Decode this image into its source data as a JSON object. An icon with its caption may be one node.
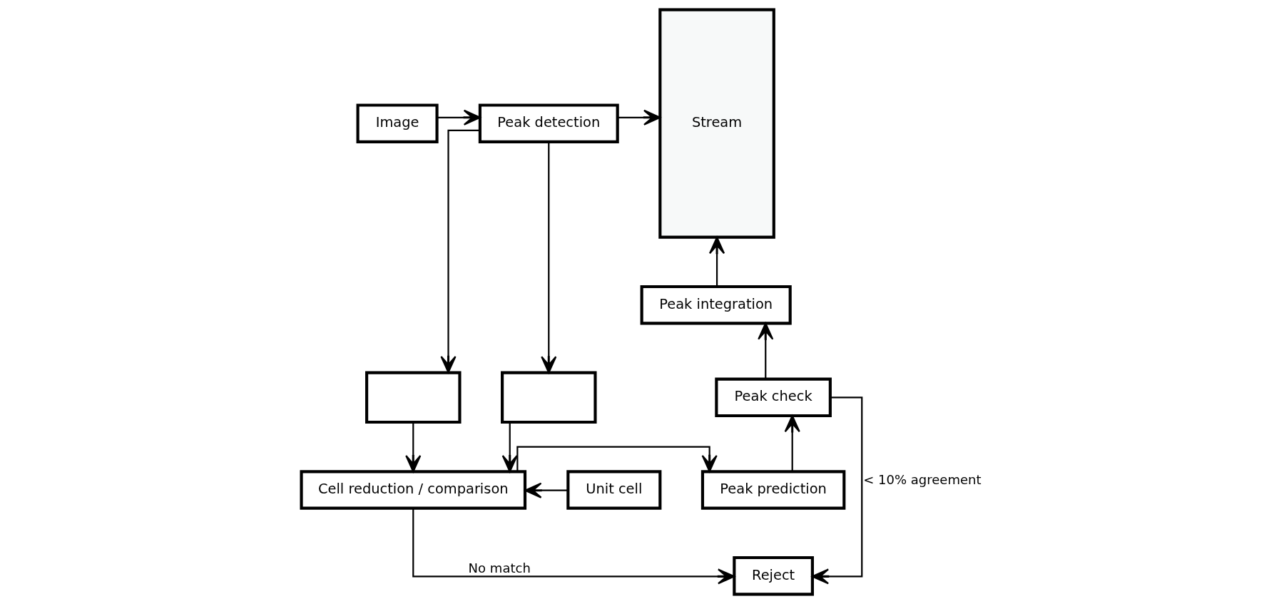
{
  "diagram": {
    "nodes": [
      {
        "text": [
          "Image"
        ]
      },
      {
        "text": [
          "Peak detection"
        ]
      },
      {
        "text": [
          "Stream"
        ]
      },
      {
        "text": [
          "Peak integration"
        ]
      },
      {
        "text": [],
        "shape": "box"
      },
      {
        "text": [],
        "shape": "box"
      },
      {
        "text": [
          "Peak check"
        ]
      },
      {
        "text": [
          "Unit cell"
        ]
      },
      {
        "text": [
          "Cell reduction / comparison"
        ]
      },
      {
        "text": [
          "Peak prediction"
        ]
      },
      {
        "text": [
          "Reject"
        ]
      }
    ],
    "edges": [
      {
        "from": 0,
        "to": 1,
        "arrow": "to"
      },
      {
        "from": 1,
        "to": 2,
        "arrow": "to"
      },
      {
        "from": 3,
        "to": 2,
        "arrow": "to"
      },
      {
        "from": 1,
        "to": 4,
        "arrow": "to"
      },
      {
        "from": 1,
        "to": 5,
        "arrow": "to"
      },
      {
        "from": 4,
        "to": 8,
        "arrow": "to"
      },
      {
        "from": 5,
        "to": 8,
        "arrow": "to"
      },
      {
        "from": 7,
        "to": 8,
        "arrow": "to"
      },
      {
        "from": 8,
        "to": 9,
        "arrow": "to"
      },
      {
        "from": 9,
        "to": 6,
        "arrow": "to"
      },
      {
        "from": 6,
        "to": 3,
        "arrow": "to"
      },
      {
        "from": 8,
        "to": 10,
        "arrow": "to",
        "label": "No match"
      },
      {
        "from": 6,
        "to": 10,
        "arrow": "to",
        "label": "< 10% agreement"
      }
    ]
  }
}
